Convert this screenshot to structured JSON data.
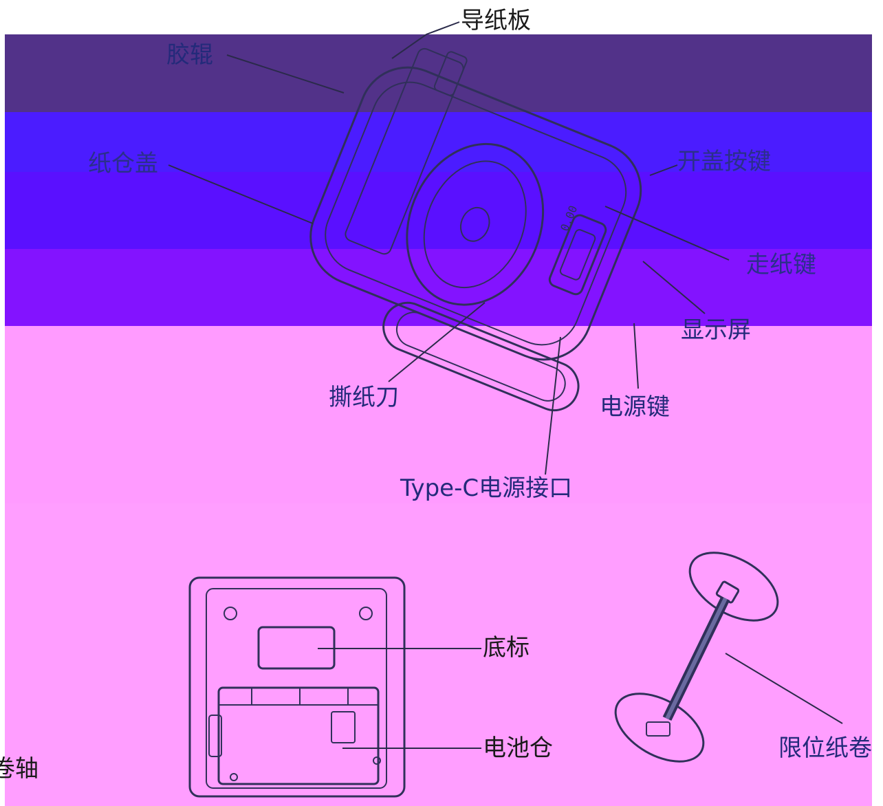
{
  "bands": [
    {
      "name": "band-1",
      "color": "#523289"
    },
    {
      "name": "band-2",
      "color": "#4b1cff"
    },
    {
      "name": "band-3",
      "color": "#5a10ff"
    },
    {
      "name": "band-4",
      "color": "#8313ff"
    },
    {
      "name": "band-5",
      "color": "#ff9bff"
    },
    {
      "name": "band-6",
      "color": "#ff9eff"
    }
  ],
  "labels": {
    "guide_plate": "导纸板",
    "rubber_roller": "胶辊",
    "paper_cover": "纸仓盖",
    "open_cover_button": "开盖按键",
    "feed_button": "走纸键",
    "display": "显示屏",
    "tear_blade": "撕纸刀",
    "power_button": "电源键",
    "typec_port": "Type-C电源接口",
    "bottom_label": "底标",
    "battery_compartment": "电池仓",
    "limit_roll": "限位纸卷",
    "roll_axis": "卷轴"
  },
  "screen_text": "0.00"
}
